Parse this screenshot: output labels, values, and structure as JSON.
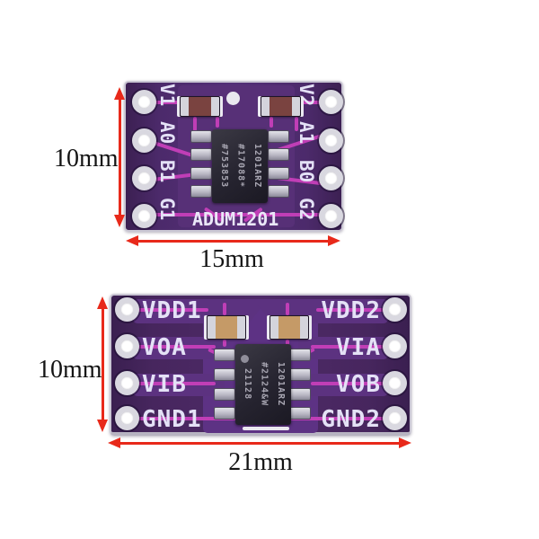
{
  "image_type": "pcb-module-product-photo",
  "modules": {
    "top": {
      "silkscreen_title": "ADUM1201",
      "left_pin_labels": [
        "V1",
        "A0",
        "B1",
        "G1"
      ],
      "right_pin_labels": [
        "V2",
        "A1",
        "B0",
        "G2"
      ],
      "chip_marking": {
        "line1": "1201ARZ",
        "line2": "#17088*",
        "line3": "#753853"
      },
      "width_label": "15mm",
      "height_label": "10mm"
    },
    "bottom": {
      "left_pin_labels": [
        "VDD1",
        "VOA",
        "VIB",
        "GND1"
      ],
      "right_pin_labels": [
        "VDD2",
        "VIA",
        "VOB",
        "GND2"
      ],
      "chip_marking": {
        "line1": "1201ARZ",
        "line2": "#2124&W",
        "line3": "21128"
      },
      "width_label": "21mm",
      "height_label": "10mm"
    }
  },
  "colors": {
    "background": "#ffffff",
    "pcb_purple": "#4e2a68",
    "copper_pour_purple": "#5c3280",
    "trace_magenta": "#c03eb6",
    "silkscreen_white": "#e9e6f8",
    "chip_black": "#262430",
    "dimension_arrow_red": "#e8291a",
    "dimension_text_black": "#141414"
  }
}
